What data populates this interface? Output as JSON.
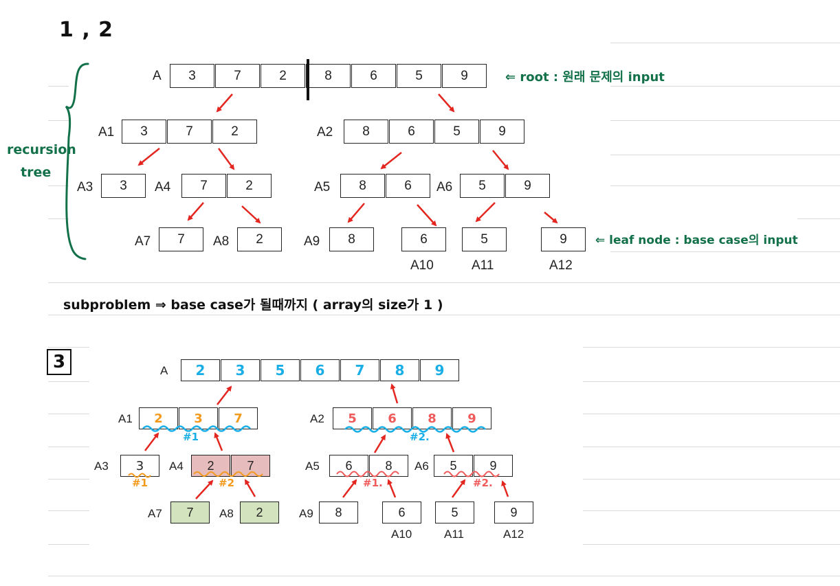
{
  "section_markers": {
    "part1": "1 , 2",
    "part2": "3"
  },
  "top_tree": {
    "A": {
      "label": "A",
      "values": [
        "3",
        "7",
        "2",
        "8",
        "6",
        "5",
        "9"
      ]
    },
    "A1": {
      "label": "A1",
      "values": [
        "3",
        "7",
        "2"
      ]
    },
    "A2": {
      "label": "A2",
      "values": [
        "8",
        "6",
        "5",
        "9"
      ]
    },
    "A3": {
      "label": "A3",
      "values": [
        "3"
      ]
    },
    "A4": {
      "label": "A4",
      "values": [
        "7",
        "2"
      ]
    },
    "A5": {
      "label": "A5",
      "values": [
        "8",
        "6"
      ]
    },
    "A6": {
      "label": "A6",
      "values": [
        "5",
        "9"
      ]
    },
    "A7": {
      "label": "A7",
      "values": [
        "7"
      ]
    },
    "A8": {
      "label": "A8",
      "values": [
        "2"
      ]
    },
    "A9": {
      "label": "A9",
      "values": [
        "8"
      ]
    },
    "A10": {
      "label": "A10",
      "values": [
        "6"
      ]
    },
    "A11": {
      "label": "A11",
      "values": [
        "5"
      ]
    },
    "A12": {
      "label": "A12",
      "values": [
        "9"
      ]
    }
  },
  "annotations": {
    "root_note": "⇐ root : 원래 문제의 input",
    "leaf_note": "⇐ leaf node : base case의 input",
    "recursion_tree_line1": "recursion",
    "recursion_tree_line2": "tree",
    "subproblem_note": "subproblem ⇒ base case가 될때까지 ( array의 size가 1 )"
  },
  "bottom_tree": {
    "A": {
      "label": "A",
      "values": [
        "2",
        "3",
        "5",
        "6",
        "7",
        "8",
        "9"
      ]
    },
    "A1": {
      "label": "A1",
      "values": [
        "2",
        "3",
        "7"
      ],
      "merge_tag": "#1"
    },
    "A2": {
      "label": "A2",
      "values": [
        "5",
        "6",
        "8",
        "9"
      ],
      "merge_tag": "#2."
    },
    "A3": {
      "label": "A3",
      "values": [
        "3"
      ],
      "merge_tag": "#1"
    },
    "A4": {
      "label": "A4",
      "values": [
        "2",
        "7"
      ],
      "merge_tag": "#2"
    },
    "A5": {
      "label": "A5",
      "values": [
        "6",
        "8"
      ],
      "merge_tag": "#1."
    },
    "A6": {
      "label": "A6",
      "values": [
        "5",
        "9"
      ],
      "merge_tag": "#2."
    },
    "A7": {
      "label": "A7",
      "values": [
        "7"
      ]
    },
    "A8": {
      "label": "A8",
      "values": [
        "2"
      ]
    },
    "A9": {
      "label": "A9",
      "values": [
        "8"
      ]
    },
    "A10": {
      "label": "A10",
      "values": [
        "6"
      ]
    },
    "A11": {
      "label": "A11",
      "values": [
        "5"
      ]
    },
    "A12": {
      "label": "A12",
      "values": [
        "9"
      ]
    }
  },
  "colors": {
    "arrow": "#e3261f",
    "annotation_green": "#13714a",
    "sorted_blue": "#1aaee6",
    "merge_orange": "#f39a1d",
    "merge_red": "#ef5a5a",
    "highlight_pink": "#e6bcbc",
    "highlight_green": "#d3e3bd"
  }
}
